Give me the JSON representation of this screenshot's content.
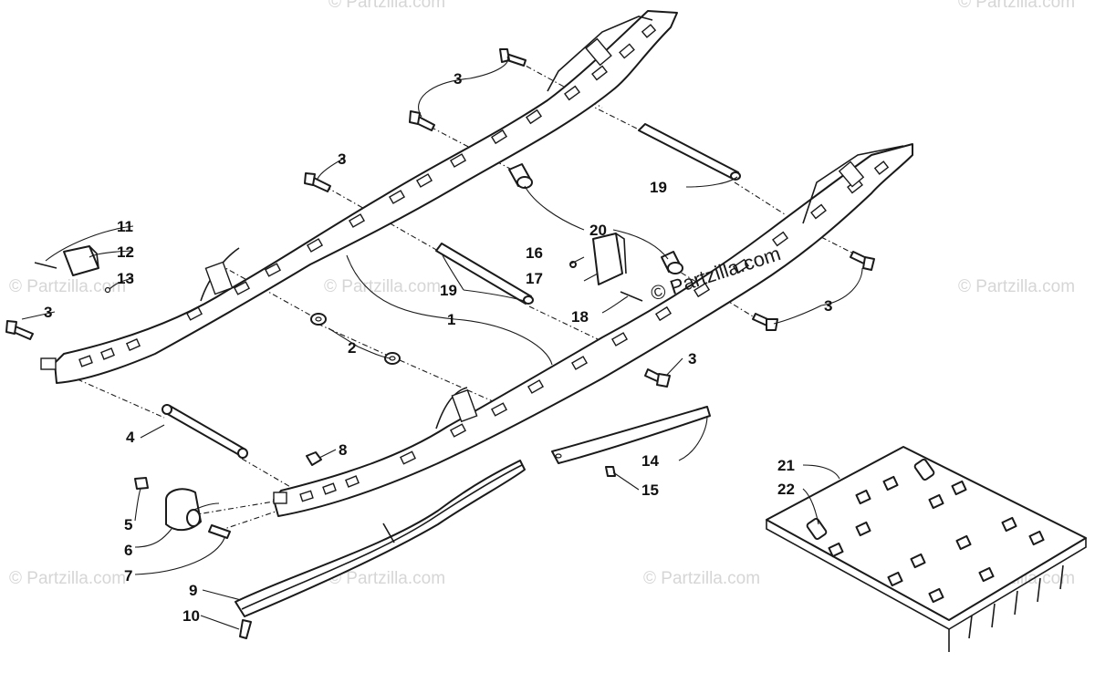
{
  "watermark": "© Partzilla.com",
  "copyright_text": "© Partzilla.com",
  "callouts": [
    "1",
    "2",
    "3",
    "4",
    "5",
    "6",
    "7",
    "8",
    "9",
    "10",
    "11",
    "12",
    "13",
    "14",
    "15",
    "16",
    "17",
    "18",
    "19",
    "20",
    "21",
    "22"
  ],
  "colors": {
    "line": "#1a1a1a",
    "watermark": "#d6d6d6",
    "background": "#ffffff"
  }
}
